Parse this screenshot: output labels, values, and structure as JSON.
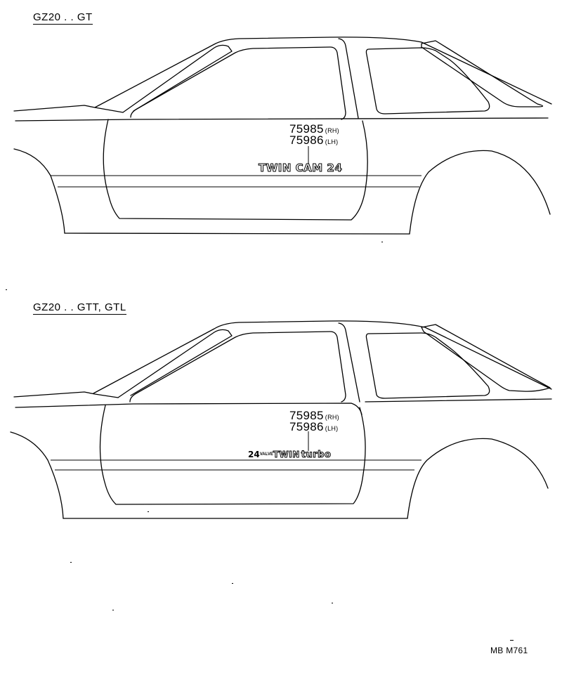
{
  "diagrams": [
    {
      "section_label": "GZ20 . . GT",
      "part_numbers": [
        {
          "number": "75985",
          "side": "(RH)"
        },
        {
          "number": "75986",
          "side": "(LH)"
        }
      ],
      "emblem": {
        "main": "TWIN CAM 24"
      }
    },
    {
      "section_label": "GZ20 . . GTT, GTL",
      "part_numbers": [
        {
          "number": "75985",
          "side": "(RH)"
        },
        {
          "number": "75986",
          "side": "(LH)"
        }
      ],
      "emblem": {
        "prefix": "24",
        "small": "VALVE",
        "main": "TWIN",
        "suffix": "turbo"
      }
    }
  ],
  "reference_code": "MB M761"
}
